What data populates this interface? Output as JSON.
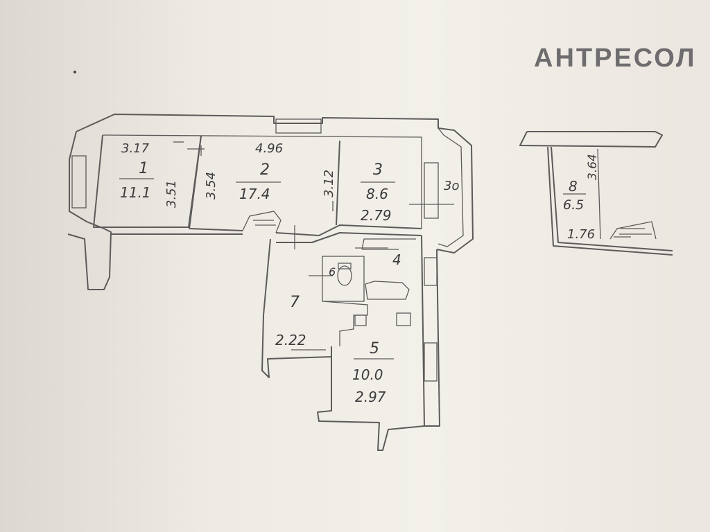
{
  "title_stamp": "АНТРЕСОЛ",
  "rooms": [
    {
      "num": "1",
      "area": "11.1",
      "dim_a": "3.17",
      "dim_b": "3.51"
    },
    {
      "num": "2",
      "area": "17.4",
      "dim_a": "4.96",
      "dim_b": "3.54"
    },
    {
      "num": "3",
      "area": "8.6",
      "dim_a": "2.79",
      "dim_b": "3.12"
    },
    {
      "num": "4"
    },
    {
      "num": "5",
      "area": "10.0",
      "dim_a": "2.97"
    },
    {
      "num": "6"
    },
    {
      "num": "7",
      "dim_a": "2.22"
    },
    {
      "num": "8",
      "area": "6.5",
      "dim_a": "3.64",
      "dim_b": "1.76"
    }
  ],
  "balcony_label": "3o"
}
